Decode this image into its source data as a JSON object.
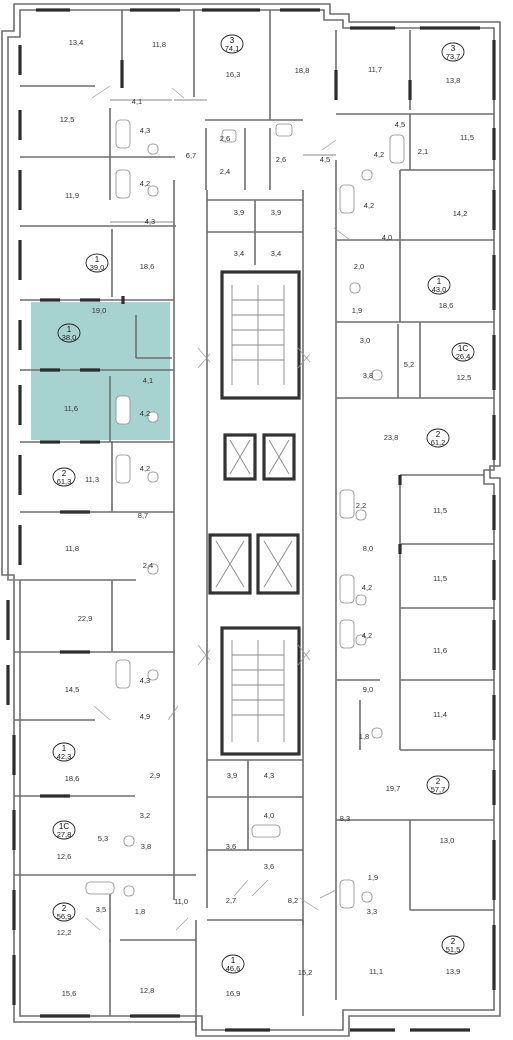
{
  "colors": {
    "wall": "#6e6e6e",
    "window": "#2d2d2d",
    "highlight": "#a6d2cf",
    "text": "#333333"
  },
  "apartments": [
    {
      "rooms": "3",
      "area": "74,1"
    },
    {
      "rooms": "3",
      "area": "73,7"
    },
    {
      "rooms": "1",
      "area": "39,0"
    },
    {
      "rooms": "1",
      "area": "43,0"
    },
    {
      "rooms": "1",
      "area": "38,0"
    },
    {
      "rooms": "1С",
      "area": "26,4"
    },
    {
      "rooms": "2",
      "area": "61,2"
    },
    {
      "rooms": "2",
      "area": "61,3"
    },
    {
      "rooms": "1",
      "area": "42,3"
    },
    {
      "rooms": "2",
      "area": "57,7"
    },
    {
      "rooms": "1С",
      "area": "27,8"
    },
    {
      "rooms": "2",
      "area": "56,9"
    },
    {
      "rooms": "2",
      "area": "51,5"
    },
    {
      "rooms": "1",
      "area": "46,6"
    }
  ],
  "rooms": [
    "13,4",
    "11,8",
    "16,3",
    "18,8",
    "11,7",
    "13,8",
    "12,5",
    "4,1",
    "4,3",
    "2,6",
    "2,6",
    "6,7",
    "4,5",
    "4,5",
    "4,2",
    "2,1",
    "11,5",
    "4,2",
    "2,4",
    "11,9",
    "4,3",
    "4,2",
    "14,2",
    "3,9",
    "3,9",
    "3,4",
    "3,4",
    "4,0",
    "18,6",
    "2,0",
    "18,6",
    "1,9",
    "19,0",
    "3,0",
    "5,2",
    "12,5",
    "4,1",
    "3,8",
    "11,6",
    "4,2",
    "23,8",
    "4,2",
    "11,3",
    "2,2",
    "11,5",
    "8,7",
    "8,0",
    "11,8",
    "2,4",
    "11,5",
    "22,9",
    "4,2",
    "4,2",
    "11,6",
    "4,3",
    "14,5",
    "9,0",
    "4,9",
    "11,4",
    "1,8",
    "18,6",
    "2,9",
    "19,7",
    "3,9",
    "4,3",
    "4,0",
    "3,2",
    "8,3",
    "5,3",
    "3,8",
    "13,0",
    "12,6",
    "3,6",
    "3,6",
    "1,9",
    "11,0",
    "2,7",
    "8,2",
    "3,5",
    "1,8",
    "3,3",
    "12,2",
    "15,6",
    "12,8",
    "16,9",
    "15,2",
    "11,1",
    "13,9"
  ]
}
